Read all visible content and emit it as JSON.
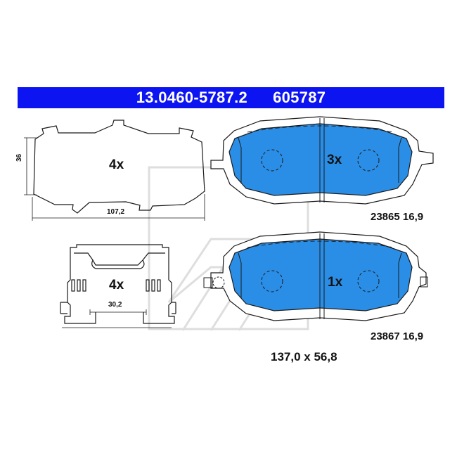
{
  "header": {
    "part_number": "13.0460-5787.2",
    "ref_number": "605787",
    "background": "#0d14f2",
    "text_color": "#ffffff"
  },
  "shim": {
    "quantity": "4x",
    "height_dim": "36",
    "width_dim": "107,2"
  },
  "clip": {
    "quantity": "4x",
    "width_dim": "30,2"
  },
  "pad_top": {
    "quantity": "3x",
    "spec": "23865 16,9"
  },
  "pad_bottom": {
    "quantity": "1x",
    "spec": "23867 16,9"
  },
  "dimensions": "137,0 x 56,8",
  "colors": {
    "pad_fill": "#2b8ee6",
    "outline": "#1a1a1a",
    "watermark": "#d9d9d9"
  }
}
